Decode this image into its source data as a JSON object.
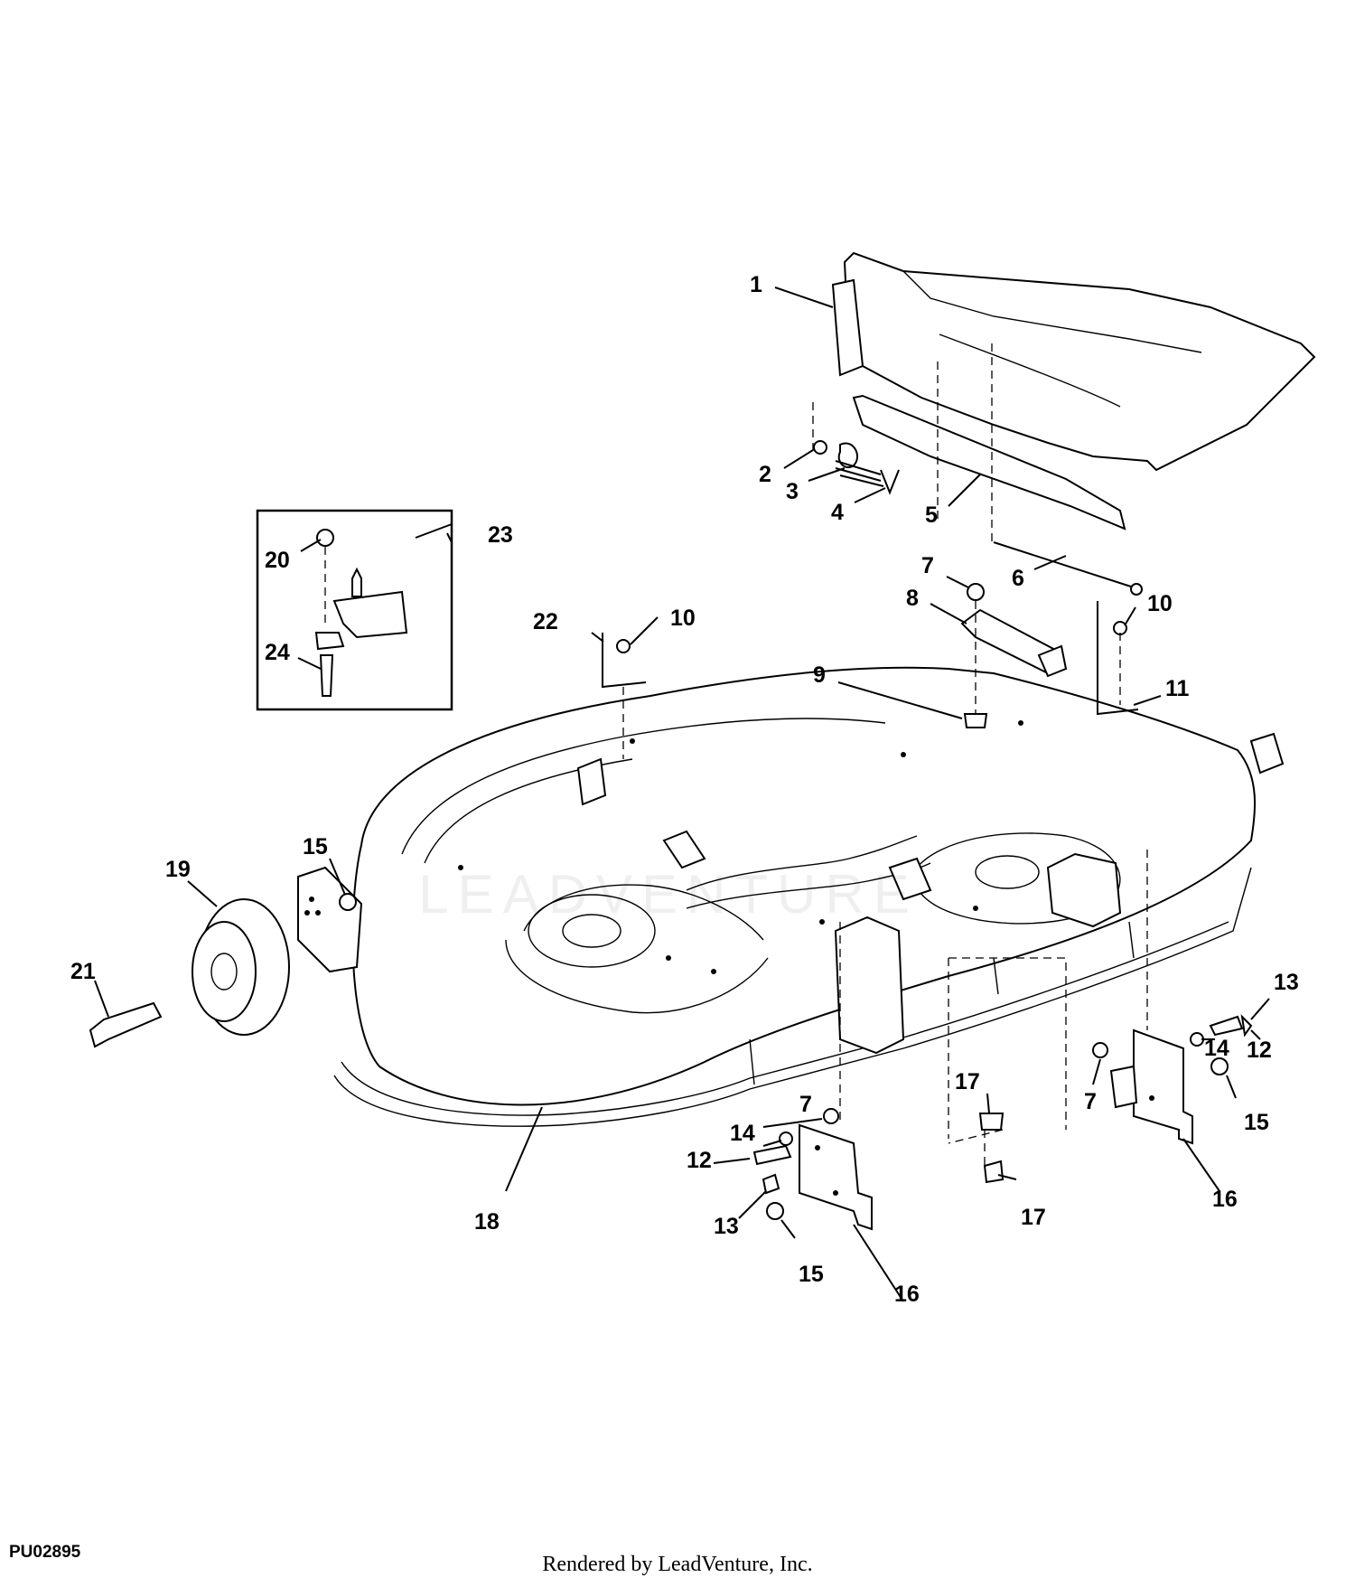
{
  "diagram": {
    "id_code": "PU02895",
    "footer": "Rendered by LeadVenture, Inc.",
    "watermark": "LEADVENTURE",
    "callouts": [
      "1",
      "2",
      "3",
      "4",
      "5",
      "6",
      "7",
      "8",
      "9",
      "10",
      "10",
      "11",
      "12",
      "12",
      "13",
      "13",
      "14",
      "14",
      "15",
      "15",
      "15",
      "16",
      "16",
      "17",
      "17",
      "18",
      "19",
      "20",
      "21",
      "22",
      "23",
      "24",
      "7",
      "7"
    ]
  }
}
